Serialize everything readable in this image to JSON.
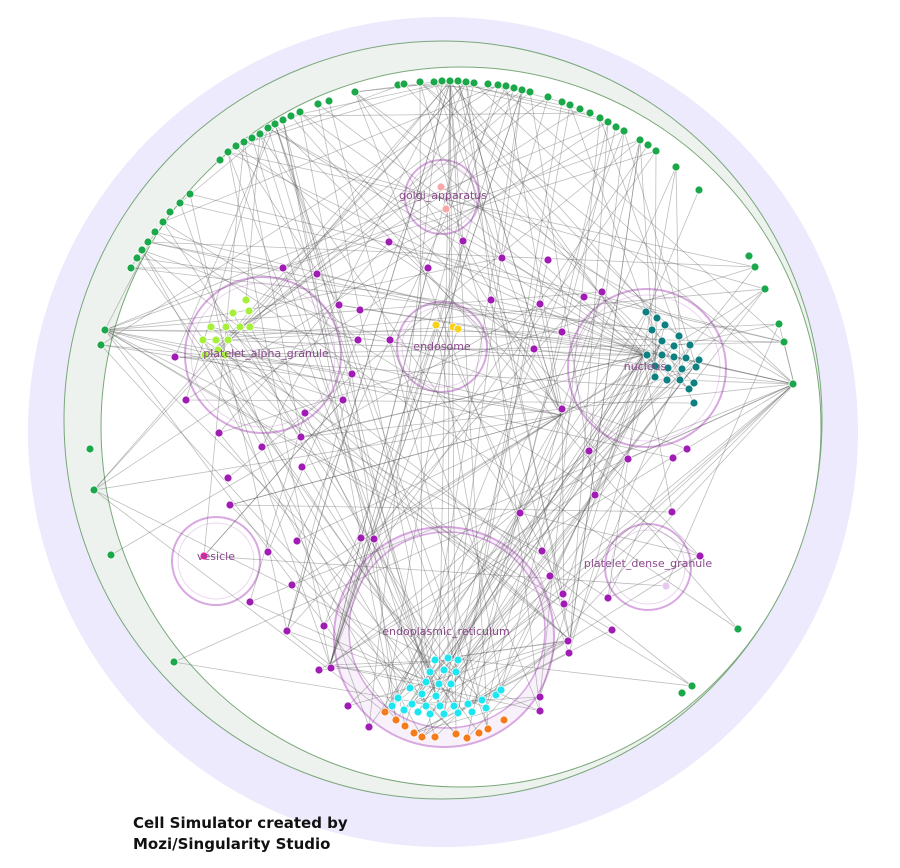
{
  "title_lines": [
    "Cell Simulator created by",
    "Mozi/Singularity Studio"
  ],
  "compartments": [
    {
      "id": "golgi",
      "label": "golgi_apparatus"
    },
    {
      "id": "alpha",
      "label": "platelet_alpha_granule"
    },
    {
      "id": "endosome",
      "label": "endosome"
    },
    {
      "id": "nucleus",
      "label": "nucleus"
    },
    {
      "id": "vesicle",
      "label": "vesicle"
    },
    {
      "id": "dense",
      "label": "platelet_dense_granule"
    },
    {
      "id": "er",
      "label": "endoplasmic_reticulum"
    }
  ],
  "colors": {
    "extracellular": "#eceafc",
    "membrane": "#eef2ee",
    "cytoplasm": "#ffffff",
    "compartment_ring": "#d8a8e0",
    "edge": "#555555",
    "membrane_node": "#1aa84a",
    "cytosol_node": "#a01cb4",
    "alpha_node": "#a6f03c",
    "golgi_node": "#f7a8a8",
    "endosome_node": "#f7d11c",
    "nucleus_node": "#0f8082",
    "vesicle_node": "#f01ca8",
    "dense_node": "#e6c8f0",
    "er_node": "#1ce6f0",
    "er_outer_node": "#f57c1c"
  }
}
